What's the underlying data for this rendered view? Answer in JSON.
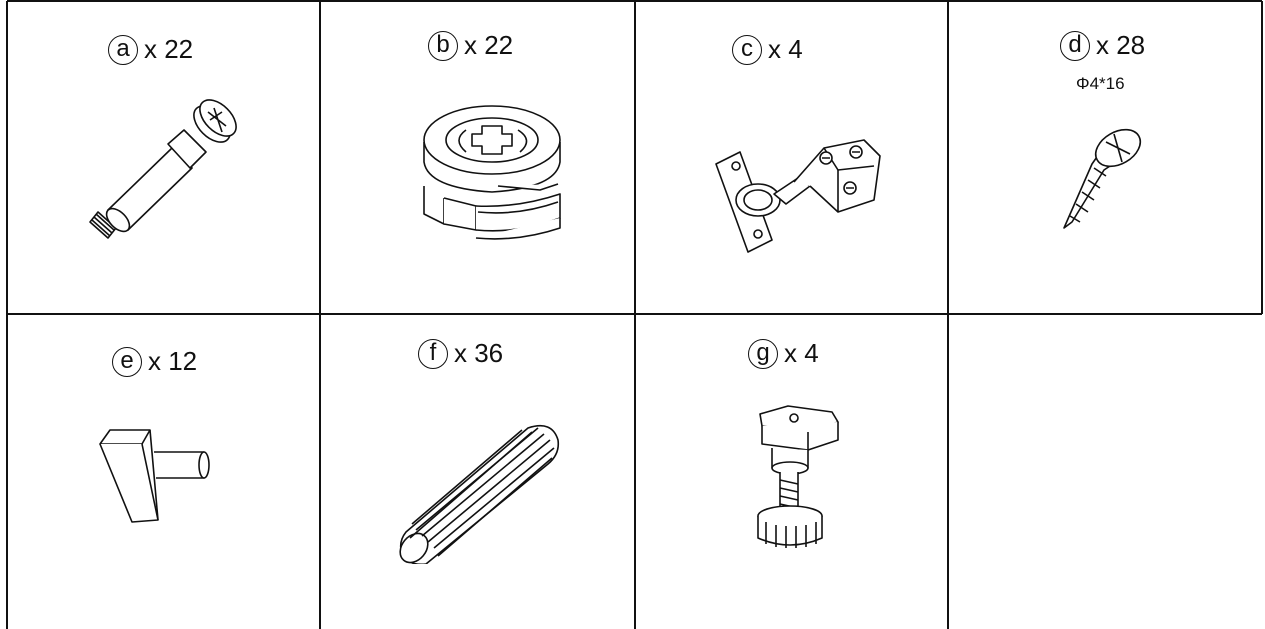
{
  "parts": [
    {
      "letter": "a",
      "quantity": "x 22",
      "icon": "cam-bolt-icon"
    },
    {
      "letter": "b",
      "quantity": "x 22",
      "icon": "cam-lock-icon"
    },
    {
      "letter": "c",
      "quantity": "x 4",
      "icon": "cabinet-hinge-icon"
    },
    {
      "letter": "d",
      "quantity": "x 28",
      "spec": "Φ4*16",
      "icon": "wood-screw-icon"
    },
    {
      "letter": "e",
      "quantity": "x 12",
      "icon": "shelf-pin-icon"
    },
    {
      "letter": "f",
      "quantity": "x 36",
      "icon": "wooden-dowel-icon"
    },
    {
      "letter": "g",
      "quantity": "x 4",
      "icon": "adjustable-leg-icon"
    }
  ],
  "colors": {
    "line": "#111111",
    "background": "#ffffff"
  }
}
